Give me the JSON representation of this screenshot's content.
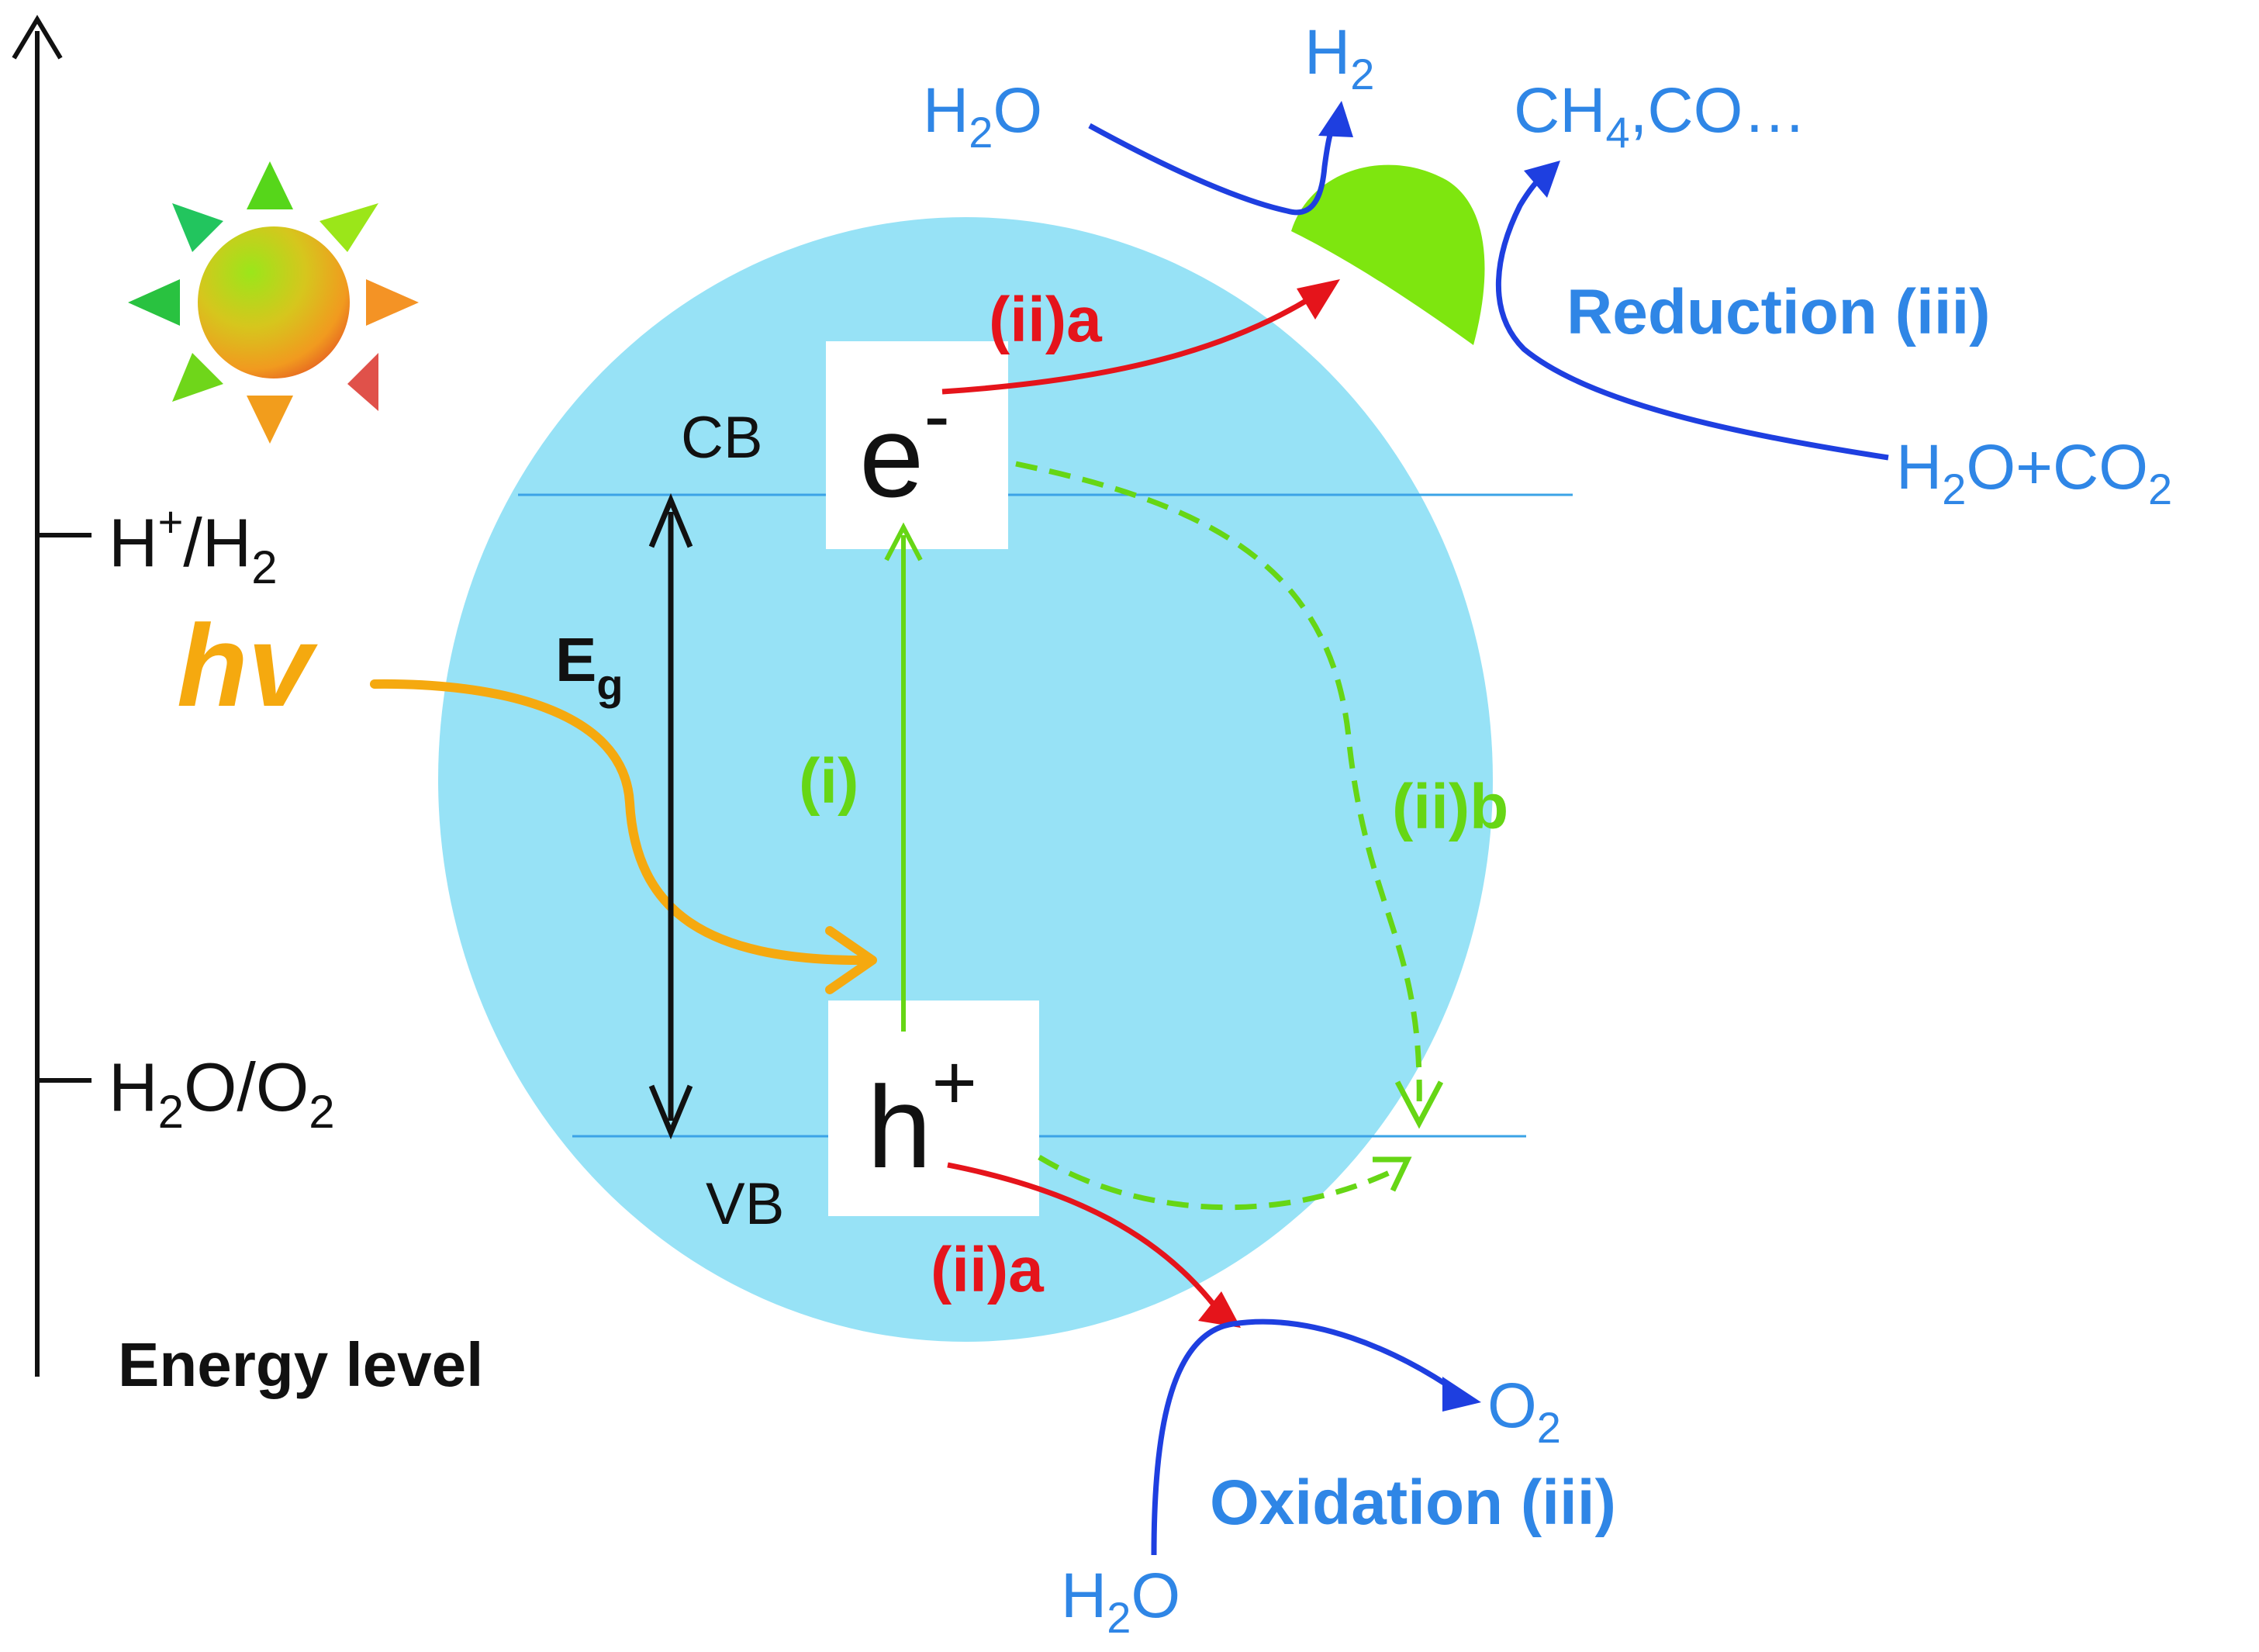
{
  "colors": {
    "particle_fill": "#97e2f6",
    "band_line": "#3ba3e6",
    "cocatalyst": "#7ee60f",
    "blue_path": "#1e3fe0",
    "label_blue": "#2f86e6",
    "red": "#e5141b",
    "green": "#66d615",
    "orange": "#f5a90f",
    "black": "#111111"
  },
  "energy_axis": {
    "label": "Energy level",
    "levels": [
      {
        "main": "H",
        "sup": "+",
        "rest": "/H",
        "sub": "2",
        "tail": ""
      },
      {
        "main": "H",
        "sub": "2",
        "rest": "O/O",
        "sub2": "2"
      }
    ]
  },
  "photon": {
    "label": "hv"
  },
  "band_gap": {
    "main": "E",
    "sub": "g"
  },
  "bands": {
    "cb": "CB",
    "vb": "VB"
  },
  "carriers": {
    "electron": {
      "main": "e",
      "sup": "-"
    },
    "hole": {
      "main": "h",
      "sup": "+"
    }
  },
  "steps": {
    "excitation": "(i)",
    "transfer_top": "(ii)a",
    "transfer_bottom": "(ii)a",
    "recombination": "(ii)b"
  },
  "reduction": {
    "label": "Reduction (iii)",
    "h2o_in": {
      "main": "H",
      "sub": "2",
      "rest": "O"
    },
    "h2_out": {
      "main": "H",
      "sub": "2"
    },
    "co2_in": {
      "main": "H",
      "sub": "2",
      "mid": "O+CO",
      "sub2": "2"
    },
    "products": {
      "main": "CH",
      "sub": "4",
      "rest": ",CO…"
    }
  },
  "oxidation": {
    "label": "Oxidation (iii)",
    "h2o_in": {
      "main": "H",
      "sub": "2",
      "rest": "O"
    },
    "o2_out": {
      "main": "O",
      "sub": "2"
    }
  },
  "icons": [
    "sun-icon"
  ]
}
